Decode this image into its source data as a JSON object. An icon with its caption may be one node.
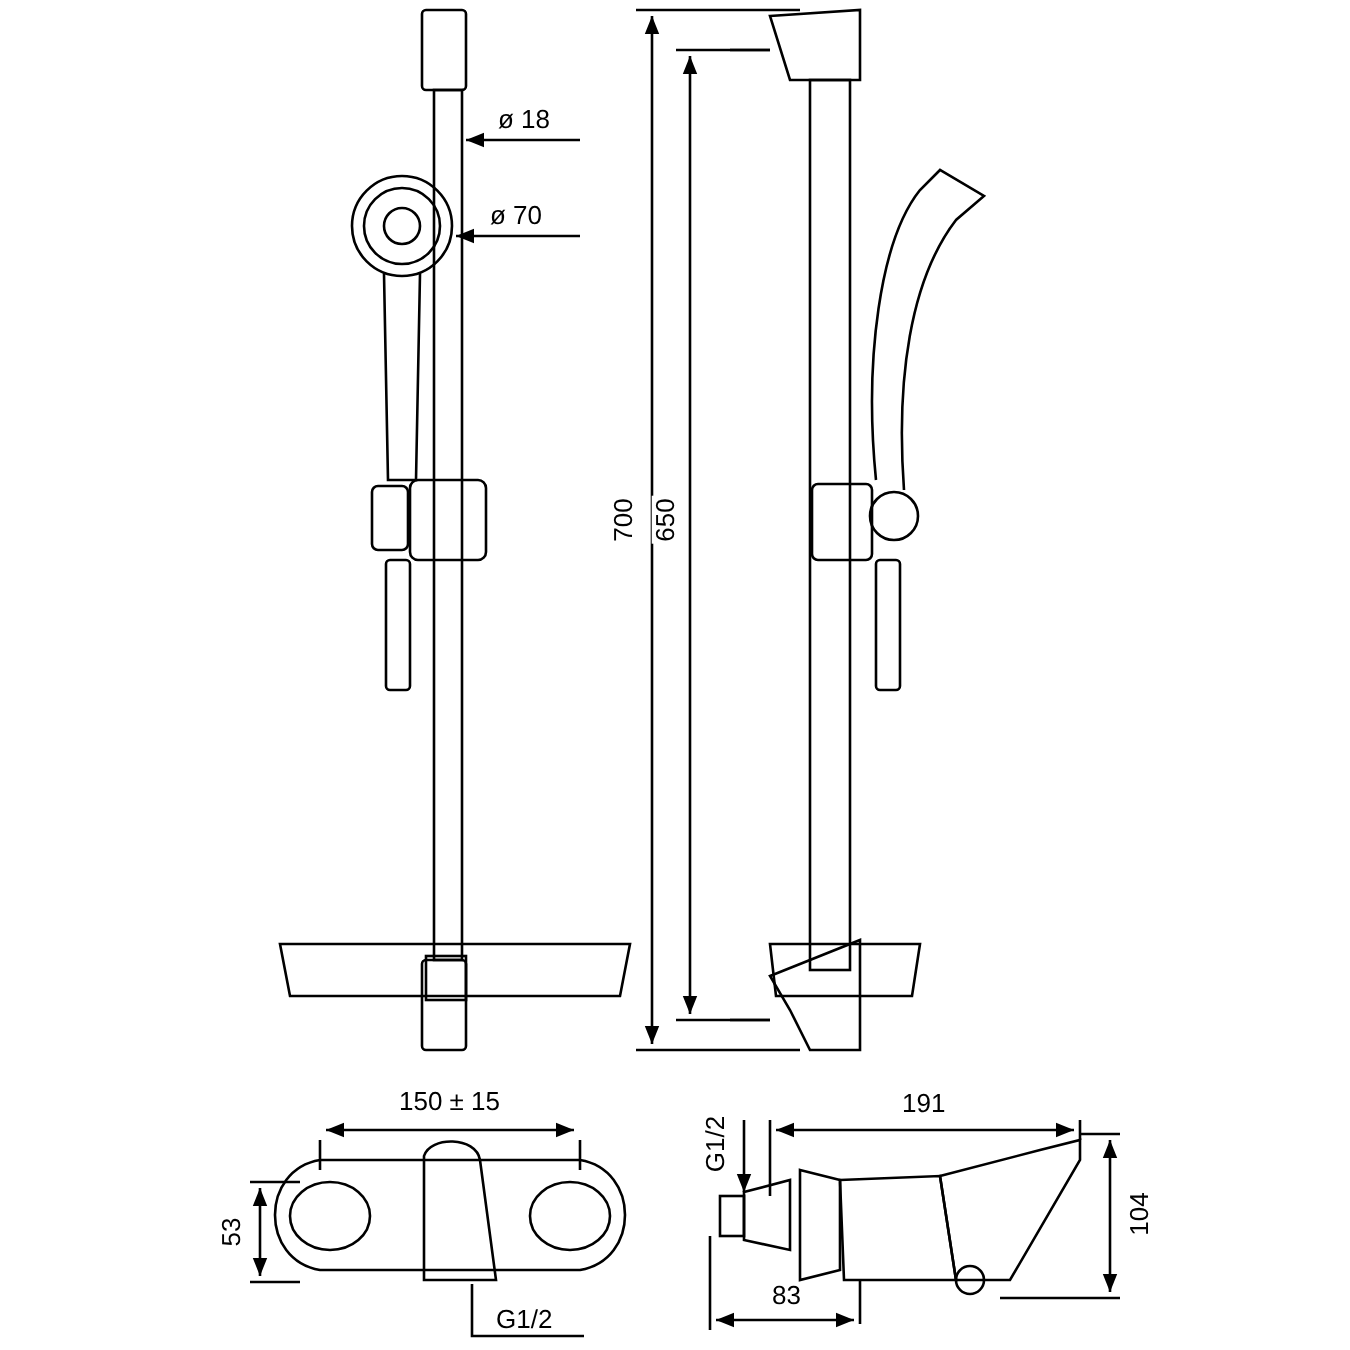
{
  "diagram": {
    "labels": [
      "ø 18",
      "ø 70",
      "700",
      "650",
      "150 ± 15",
      "191",
      "G1/2",
      "104",
      "53",
      "83",
      "G1/2"
    ]
  }
}
